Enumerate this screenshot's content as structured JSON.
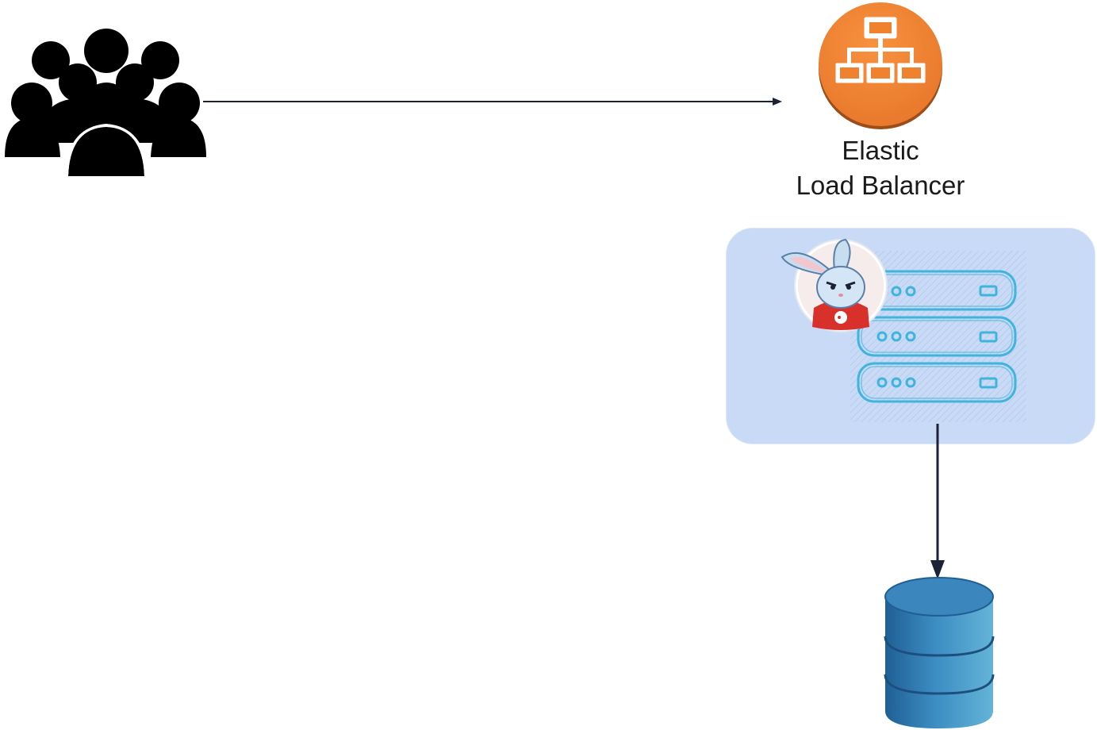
{
  "diagram": {
    "users": {
      "icon": "users-group-icon"
    },
    "load_balancer": {
      "icon": "elastic-load-balancer-icon",
      "label_line1": "Elastic",
      "label_line2": "Load Balancer",
      "color": "#f58536"
    },
    "server_group": {
      "panel_color": "#c8daf6",
      "server_icon": "server-rack-icon",
      "server_color": "#3fb4dc",
      "server_count": 3,
      "mascot_icon": "rabbit-mascot-icon"
    },
    "database": {
      "icon": "database-icon",
      "color": "#2f78ad"
    },
    "connectors": [
      {
        "from": "users",
        "to": "load_balancer"
      },
      {
        "from": "server_group",
        "to": "database"
      }
    ]
  }
}
